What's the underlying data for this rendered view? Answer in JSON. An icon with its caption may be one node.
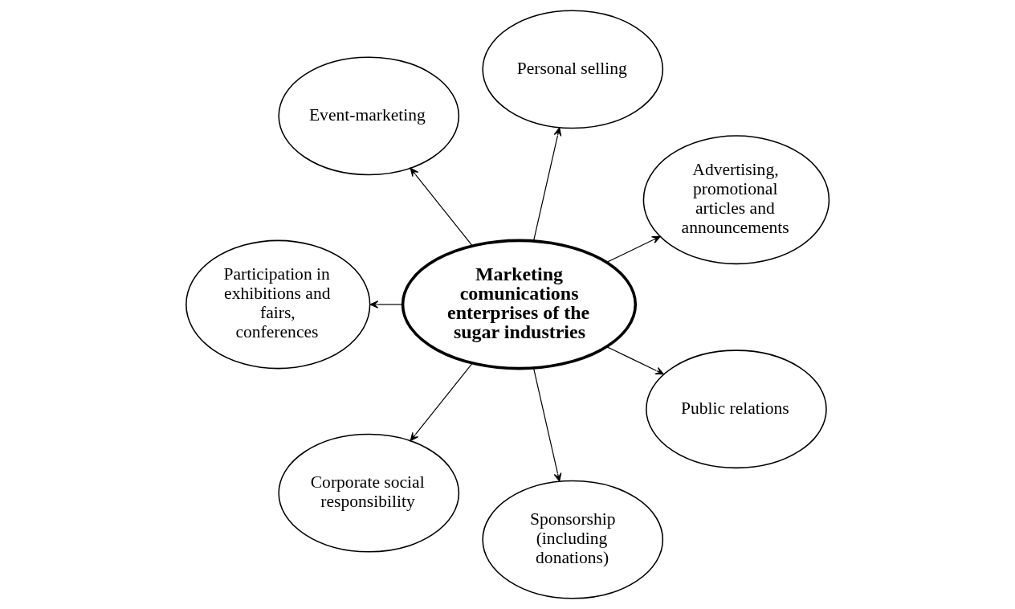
{
  "diagram": {
    "nodes": [
      {
        "text": [
          "Marketing comunications enterprises of the sugar industries"
        ]
      },
      {
        "text": [
          "Advertising, promotional articles and announcements"
        ]
      },
      {
        "text": [
          "Personal selling"
        ]
      },
      {
        "text": [
          "Event-marketing"
        ]
      },
      {
        "text": [
          "Participation in exhibitions and fairs, conferences"
        ]
      },
      {
        "text": [
          "Corporate social responsibility"
        ]
      },
      {
        "text": [
          "Sponsorship (including donations)"
        ]
      },
      {
        "text": [
          "Public relations"
        ]
      }
    ],
    "edges": [
      {
        "from": 0,
        "to": 1,
        "arrow": "to"
      },
      {
        "from": 0,
        "to": 2,
        "arrow": "to"
      },
      {
        "from": 0,
        "to": 3,
        "arrow": "to"
      },
      {
        "from": 0,
        "to": 4,
        "arrow": "to"
      },
      {
        "from": 0,
        "to": 5,
        "arrow": "to"
      },
      {
        "from": 0,
        "to": 6,
        "arrow": "to"
      },
      {
        "from": 0,
        "to": 7,
        "arrow": "to"
      }
    ]
  }
}
